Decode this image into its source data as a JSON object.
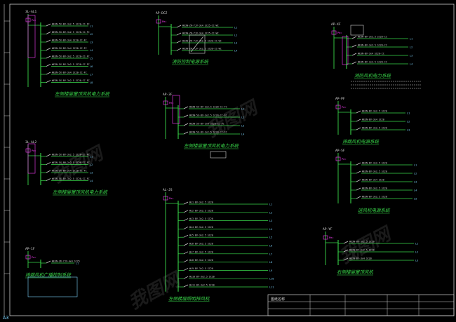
{
  "canvas_bg": "#000000",
  "colors": {
    "bus": "#39d84a",
    "text": "#d7d7d7",
    "accent": "#ff40ff",
    "info": "#7fd6ff",
    "caption": "#39d84a",
    "frame": "#cfcfcf"
  },
  "sheet_label": "A3",
  "watermark": "我图网",
  "panels": [
    {
      "id": "p1",
      "header": "3L-AL1",
      "caption": "左侧楼层屋顶风机电力系统",
      "circuits": [
        "WE3N-5X-BV-3x2.5 SC20-CC-FC",
        "WE3N-5X-BV-3x2.5 SC20-CC-FC",
        "WE3N-5X-BV-3x4 SC20-CC-FC",
        "WE3N-5X-BV-3x4 SC20-CC-FC",
        "WE3N-5X-BV-3x2.5 SC20-CC-FC",
        "WE3N-5X-BV-3x2.5 SC20-CC-FC",
        "WE3N-5X-BV-3x4 SC20-CC-FC",
        "WE3N-5X-BV-3x2.5 SC20-CC-FC"
      ]
    },
    {
      "id": "p2",
      "header": "3L-AL2",
      "caption": "左侧楼层屋顶风机电力系统",
      "circuits": [
        "WE3N-5X-BV-3x2.5 SC20-CC-FC",
        "WE3N-5X-BV-3x2.5 SC20-CC-FC",
        "WE3N-5X-BV-3x4 SC20-CC-FC",
        "WE3N-5X-BV-3x2.5 SC20-CC-FC"
      ]
    },
    {
      "id": "p3",
      "header": "AP-DCZ",
      "caption": "消防控制电源系统",
      "circuits": [
        "WE3N-ZR-YJV-3x4 SC25-CC-WC",
        "WE3N-ZR-YJV-3x4 SC25-CC-WC",
        "WE3N-ZR-YJV-3x2.5 SC20-CC-WC",
        "WE3N-ZR-YJV-3x2.5 SC20-CC-WC"
      ]
    },
    {
      "id": "p4",
      "header": "AP-3F",
      "caption": "左侧楼层屋顶风机电力系统",
      "circuits": [
        "WE3N-5X-BV-3x2.5 SC20-CC-FC",
        "WE3N-5X-BV-3x2.5 SC20-CC-FC",
        "WE3N-5X-BV-3x4 SC20-CC-FC",
        "WE3N-5X-BV-3x2.5 SC20-CC-FC"
      ]
    },
    {
      "id": "p5",
      "header": "AL-JS",
      "caption": "左侧楼层照明排风机",
      "circuits": [
        "WL1 BV-3x2.5 SC20",
        "WL2 BV-3x2.5 SC20",
        "WL3 BV-3x2.5 SC20",
        "WL4 BV-3x2.5 SC20",
        "WL5 BV-3x2.5 SC20",
        "WL6 BV-3x2.5 SC20",
        "WL7 BV-3x2.5 SC20",
        "WL8 BV-3x2.5 SC20",
        "WL9 BV-3x2.5 SC20",
        "WL10 BV-3x2.5 SC20",
        "WL11 BV-3x2.5 SC20"
      ]
    },
    {
      "id": "p6",
      "header": "AP-XF",
      "caption": "消防风机电力系统",
      "circuits": [
        "WE3N-BV-3x2.5 SC20-CC",
        "WE3N-BV-3x2.5 SC20-CC",
        "WE3N-BV-3x4 SC20-CC",
        "WE3N-BV-3x2.5 SC20-CC"
      ]
    },
    {
      "id": "p7",
      "header": "AP-PF",
      "caption": "排烟风机电源系统",
      "circuits": [
        "WE3N-BV-3x2.5 SC20",
        "WE3N-BV-3x4 SC20",
        "WE3N-BV-3x2.5 SC20"
      ]
    },
    {
      "id": "p8",
      "header": "AP-SF",
      "caption": "送风机电源系统",
      "circuits": [
        "WE3N-BV-3x2.5 SC20",
        "WE3N-BV-3x2.5 SC20",
        "WE3N-BV-3x4 SC20",
        "WE3N-BV-3x2.5 SC20",
        "WE3N-BV-3x2.5 SC20"
      ]
    },
    {
      "id": "p9",
      "header": "AP-YF",
      "caption": "右侧楼层屋顶风机",
      "circuits": [
        "WE3N-BV-3x2.5 SC20",
        "WE3N-BV-3x2.5 SC20",
        "WE3N-BV-3x4 SC20"
      ]
    },
    {
      "id": "p10",
      "header": "AP-1F",
      "caption": "排烟风机广播控制系统",
      "circuits": [
        "WE3N-ZR-YJV-4x4 SC25"
      ]
    }
  ],
  "title_block": {
    "label": "图纸名称"
  }
}
